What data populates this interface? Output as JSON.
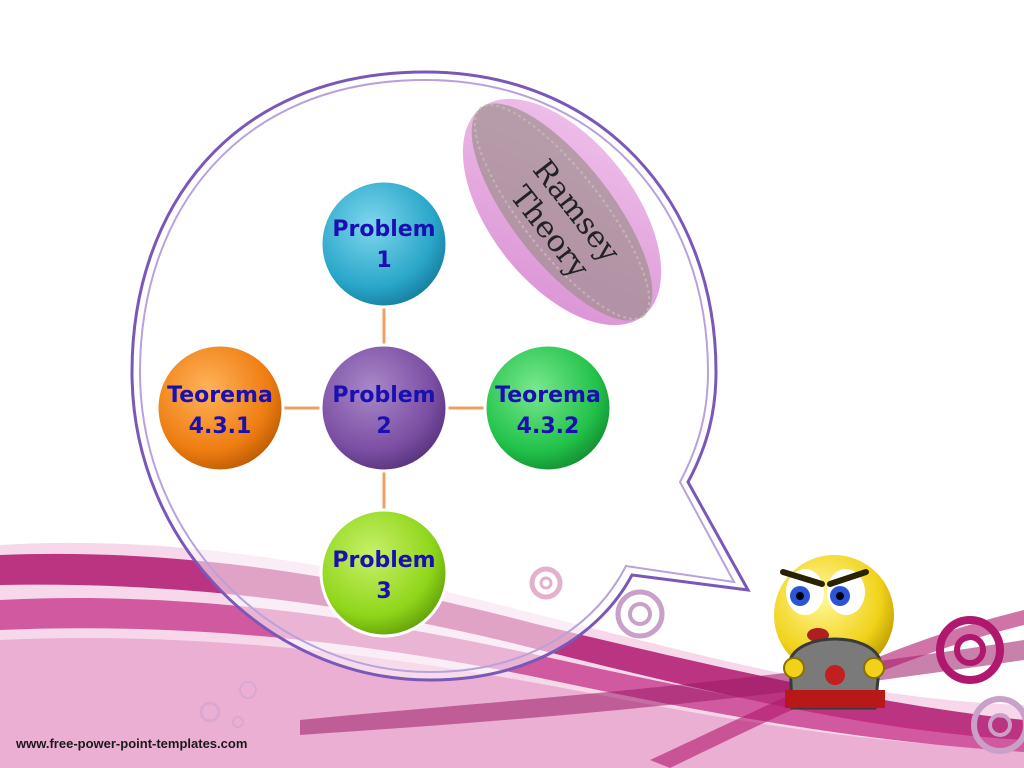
{
  "slide": {
    "title_badge": {
      "line1": "Ramsey",
      "line2": "Theory"
    },
    "nodes": {
      "top": {
        "line1": "Problem",
        "line2": "1"
      },
      "center": {
        "line1": "Problem",
        "line2": "2"
      },
      "left": {
        "line1": "Teorema",
        "line2": "4.3.1"
      },
      "right": {
        "line1": "Teorema",
        "line2": "4.3.2"
      },
      "bottom": {
        "line1": "Problem",
        "line2": "3"
      }
    },
    "footer": "www.free-power-point-templates.com"
  },
  "colors": {
    "node_top": "#2aa7c9",
    "node_center": "#7b4ea3",
    "node_left": "#ee7d12",
    "node_right": "#22c24a",
    "node_bottom": "#8fd61a",
    "connector": "#f0a060",
    "bubble_stroke": "#7a58b8",
    "badge": "#e8a8e0",
    "label": "#1a0fb0",
    "wave": "#b0186e"
  }
}
